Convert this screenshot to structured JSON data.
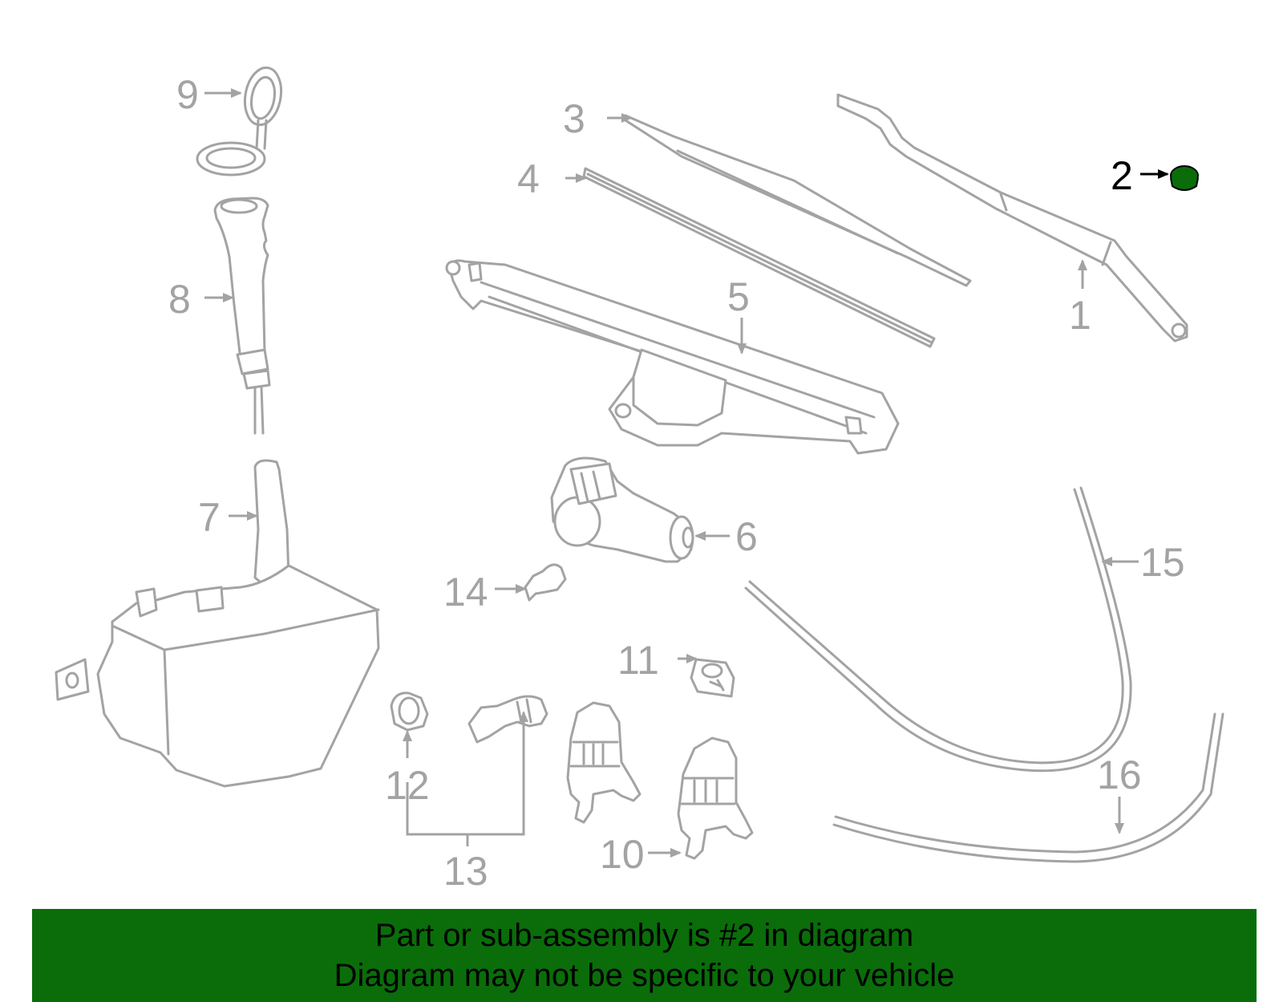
{
  "diagram": {
    "highlight_color": "#0a6d0a",
    "part_color": "#a3a3a3",
    "callouts": {
      "c1": "1",
      "c2": "2",
      "c3": "3",
      "c4": "4",
      "c5": "5",
      "c6": "6",
      "c7": "7",
      "c8": "8",
      "c9": "9",
      "c10": "10",
      "c11": "11",
      "c12": "12",
      "c13": "13",
      "c14": "14",
      "c15": "15",
      "c16": "16"
    }
  },
  "banner": {
    "line1": "Part or sub-assembly is #2 in diagram",
    "line2": "Diagram may not be specific to your vehicle",
    "background": "#0a6d0a"
  }
}
